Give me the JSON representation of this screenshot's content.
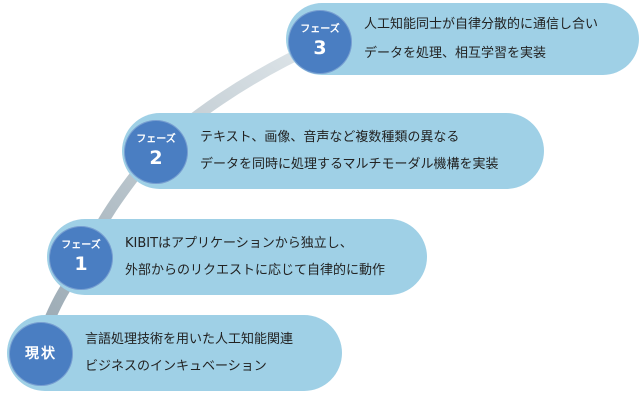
{
  "phases": [
    {
      "badge_label": "フェーズ",
      "badge_number": "3",
      "line1": "人工知能同士が自律分散的に通信し合い",
      "line2": "データを処理、相互学習を実装"
    },
    {
      "badge_label": "フェーズ",
      "badge_number": "2",
      "line1": "テキスト、画像、音声など複数種類の異なる",
      "line2": "データを同時に処理するマルチモーダル機構を実装"
    },
    {
      "badge_label": "フェーズ",
      "badge_number": "1",
      "line1": "KIBITはアプリケーションから独立し、",
      "line2": "外部からのリクエストに応じて自律的に動作"
    },
    {
      "badge_label": "現状",
      "line1": "言語処理技術を用いた人工知能関連",
      "line2": "ビジネスのインキュベーション"
    }
  ],
  "colors": {
    "pill": "#9fd0e6",
    "badge": "#4a7ec2",
    "connector": "#aebcc4"
  }
}
